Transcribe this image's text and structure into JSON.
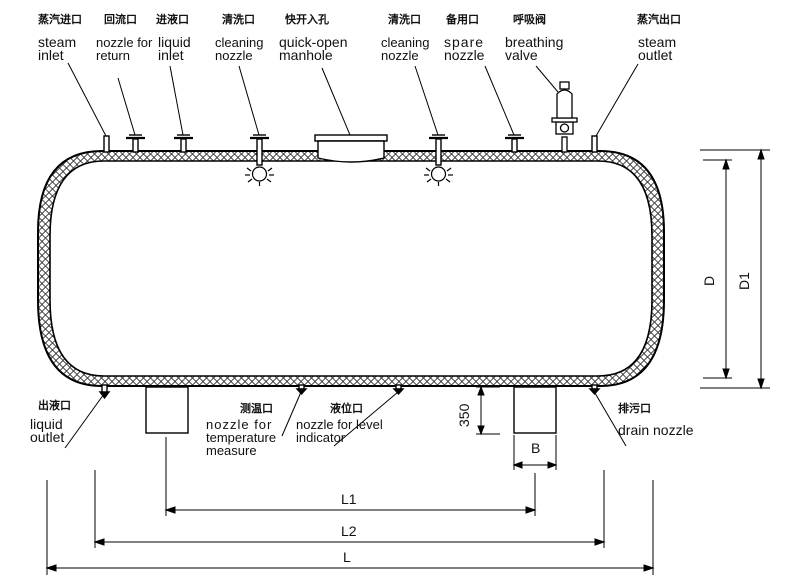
{
  "labels": {
    "steam_inlet_cn": "蒸汽进口",
    "steam_inlet_en_1": "steam",
    "steam_inlet_en_2": "inlet",
    "return_cn": "回流口",
    "return_en_1": "nozzle for",
    "return_en_2": "return",
    "liquid_inlet_cn": "进液口",
    "liquid_inlet_en_1": "liquid",
    "liquid_inlet_en_2": "inlet",
    "cleaning1_cn": "清洗口",
    "cleaning1_en_1": "cleaning",
    "cleaning1_en_2": "nozzle",
    "manhole_cn": "快开入孔",
    "manhole_en_1": "quick-open",
    "manhole_en_2": "manhole",
    "cleaning2_cn": "清洗口",
    "cleaning2_en_1": "cleaning",
    "cleaning2_en_2": "nozzle",
    "spare_cn": "备用口",
    "spare_en_1": "spare",
    "spare_en_2": "nozzle",
    "breathing_cn": "呼吸阀",
    "breathing_en_1": "breathing",
    "breathing_en_2": "valve",
    "steam_outlet_cn": "蒸汽出口",
    "steam_outlet_en_1": "steam",
    "steam_outlet_en_2": "outlet",
    "liquid_outlet_cn": "出液口",
    "liquid_outlet_en_1": "liquid",
    "liquid_outlet_en_2": "outlet",
    "temp_cn": "测温口",
    "temp_en_1": "nozzle for",
    "temp_en_2": "temperature",
    "temp_en_3": "measure",
    "level_cn": "液位口",
    "level_en_1": "nozzle for level",
    "level_en_2": "indicator",
    "drain_cn": "排污口",
    "drain_en": "drain nozzle"
  },
  "dimensions": {
    "D": "D",
    "D1": "D1",
    "height_350": "350",
    "B": "B",
    "L1": "L1",
    "L2": "L2",
    "L": "L"
  }
}
